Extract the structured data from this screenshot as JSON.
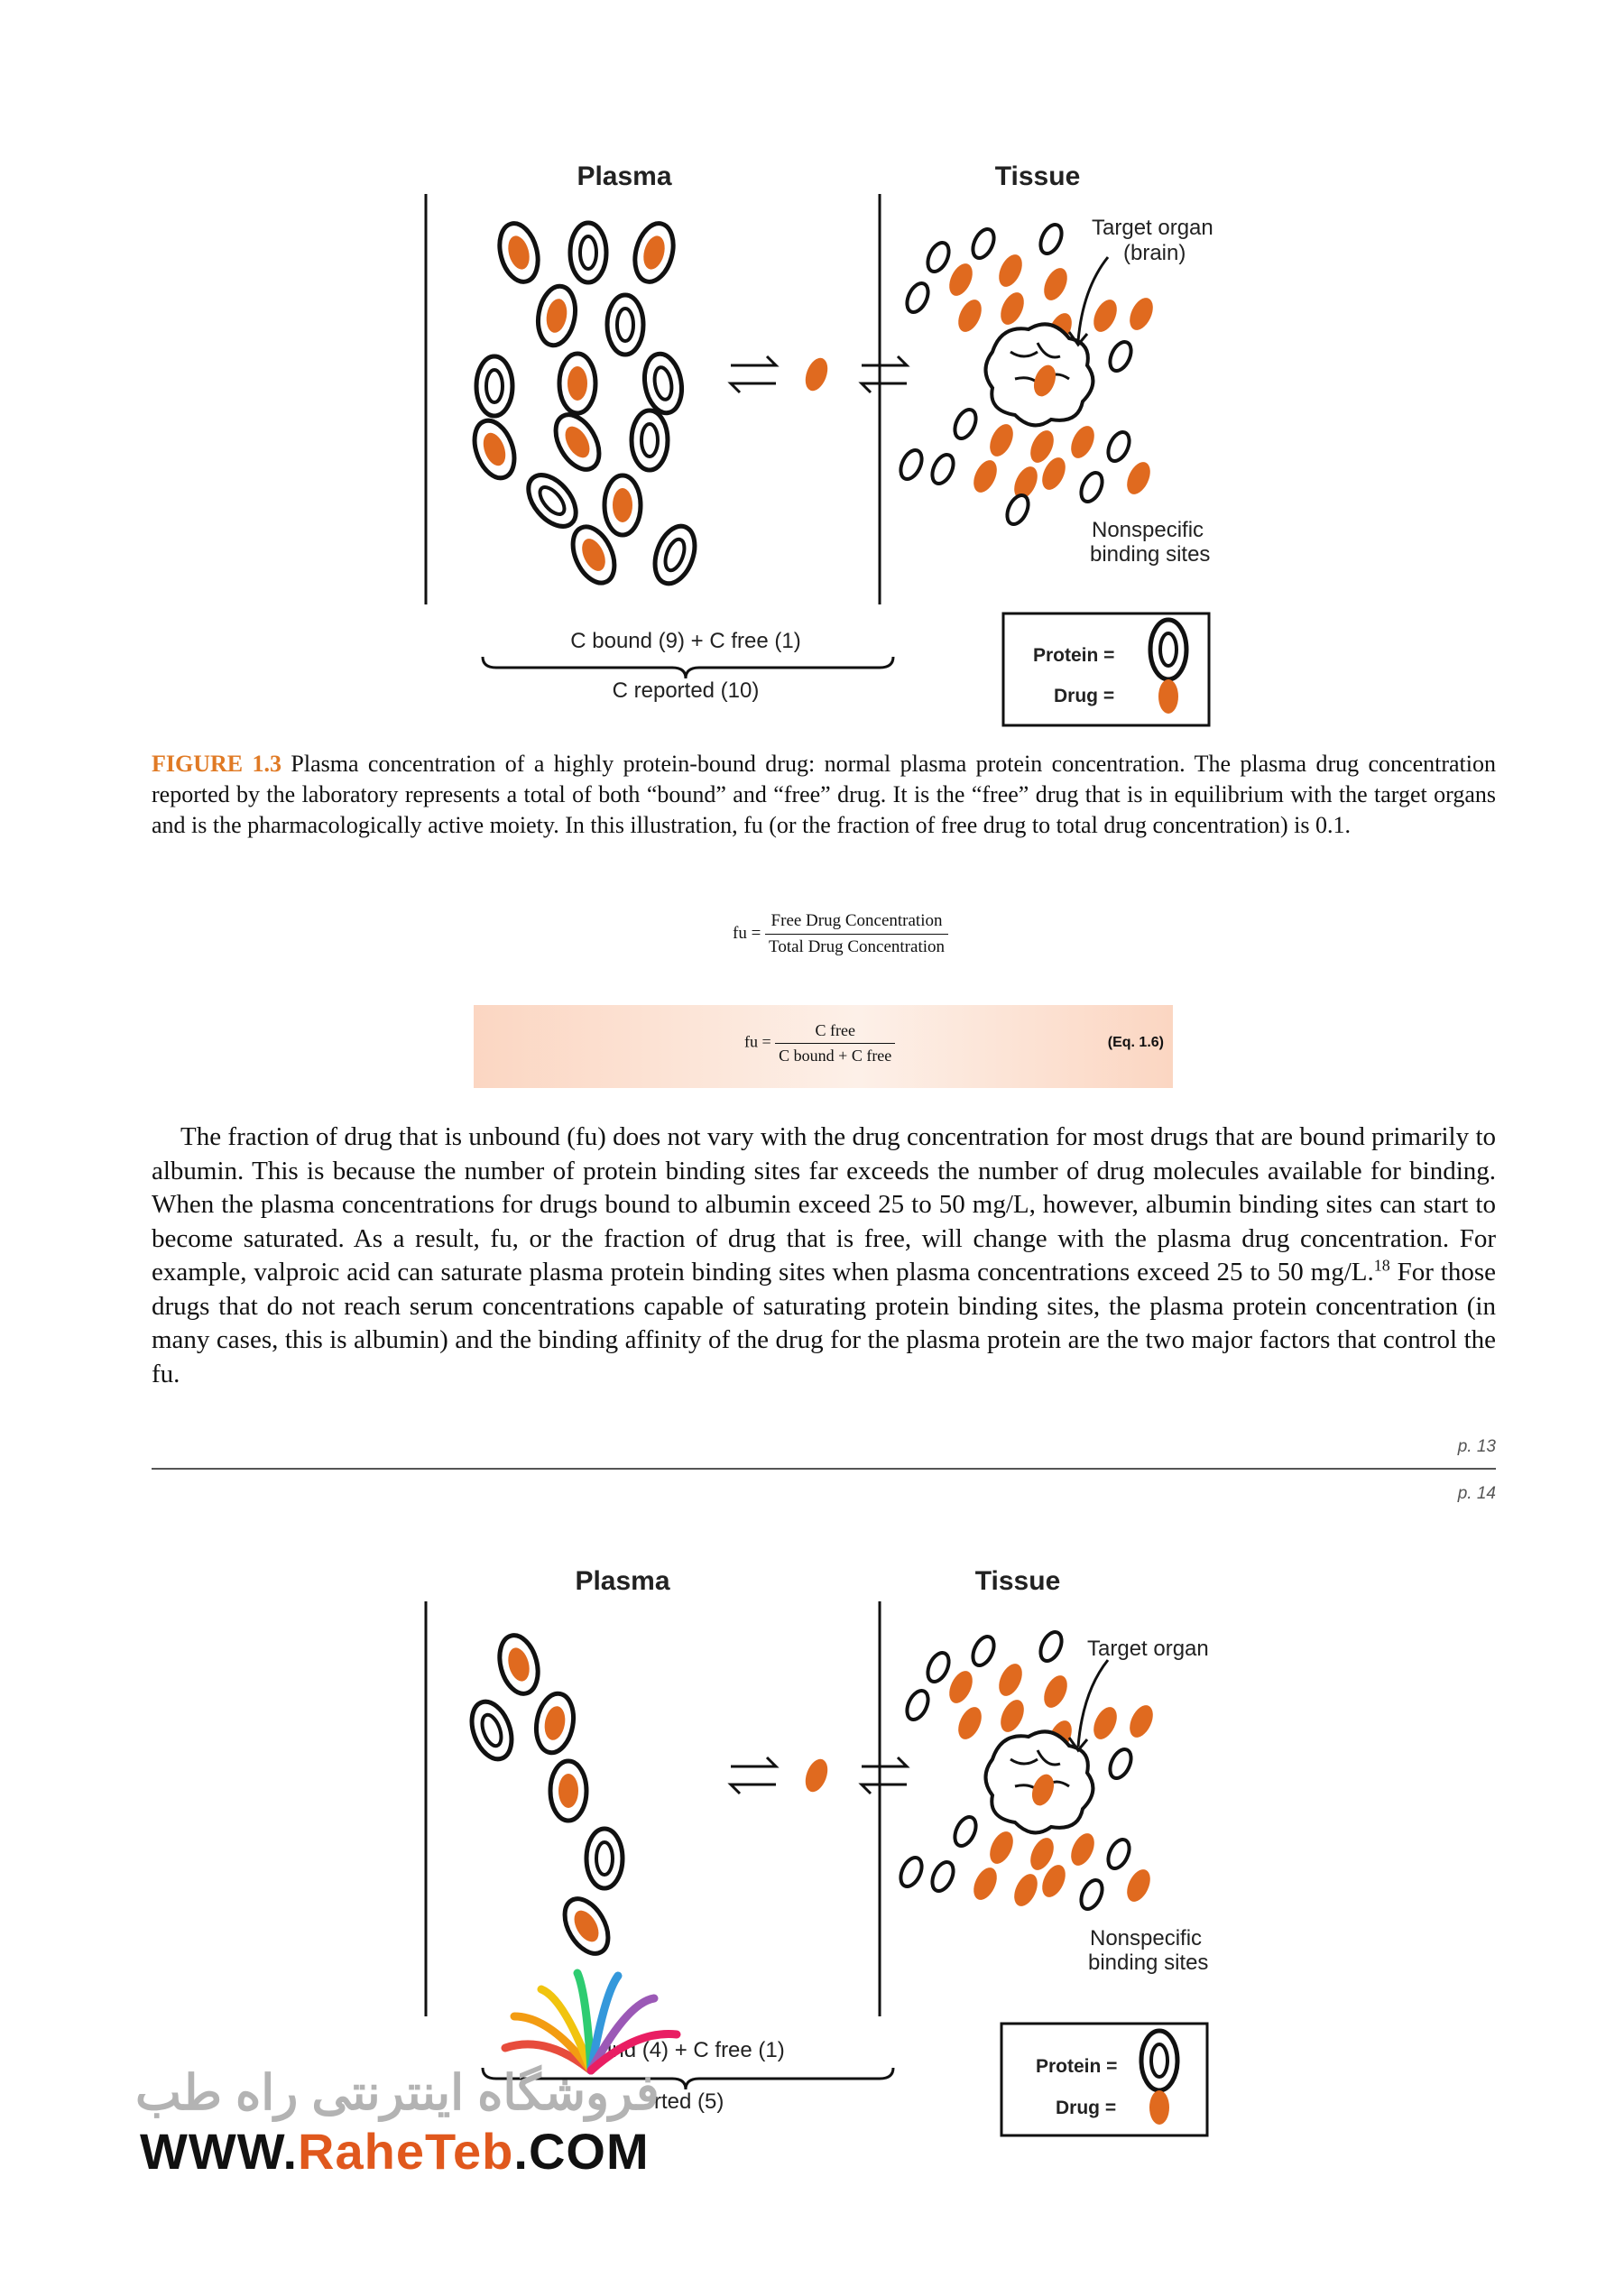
{
  "figure1": {
    "plasma_label": "Plasma",
    "tissue_label": "Tissue",
    "target_label_line1": "Target organ",
    "target_label_line2": "(brain)",
    "nonspecific_line1": "Nonspecific",
    "nonspecific_line2": "binding sites",
    "bound_free": "C bound (9) + C free (1)",
    "reported": "C reported (10)",
    "legend_protein": "Protein  =",
    "legend_drug": "Drug  ="
  },
  "caption": {
    "number": "FIGURE 1.3",
    "text": " Plasma concentration of a highly protein-bound drug: normal plasma protein concentration. The plasma drug concentration reported by the laboratory represents a total of both “bound” and “free” drug. It is the “free” drug that is in equilibrium with the target organs and is the pharmacologically active moiety. In this illustration, fu (or the fraction of free drug to total drug concentration) is 0.1."
  },
  "formula1": {
    "lhs": "fu =",
    "numerator": "Free Drug Concentration",
    "denominator": "Total Drug Concentration"
  },
  "formula2": {
    "lhs": "fu =",
    "numerator": "C free",
    "denominator": "C bound + C free",
    "eq_number": "(Eq. 1.6)"
  },
  "body": {
    "paragraph_part1": "The fraction of drug that is unbound (fu) does not vary with the drug concentration for most drugs that are bound primarily to albumin. This is because the number of protein binding sites far exceeds the number of drug molecules available for binding. When the plasma concentrations for drugs bound to albumin exceed 25 to 50 mg/L, however, albumin binding sites can start to become saturated. As a result, fu, or the fraction of drug that is free, will change with the plasma drug concentration. For example, valproic acid can saturate plasma protein binding sites when plasma concentrations exceed 25 to 50 mg/L.",
    "ref": "18",
    "paragraph_part2": " For those drugs that do not reach serum concentrations capable of saturating protein binding sites, the plasma protein concentration (in many cases, this is albumin) and the binding affinity of the drug for the plasma protein are the two major factors that control the fu."
  },
  "page_marks": {
    "p13": "p. 13",
    "p14": "p. 14"
  },
  "figure2": {
    "plasma_label": "Plasma",
    "tissue_label": "Tissue",
    "target_label": "Target organ",
    "nonspecific_line1": "Nonspecific",
    "nonspecific_line2": "binding sites",
    "bound_free_visible": "und (4) + C free (1)",
    "reported_visible": "rted (5)",
    "legend_protein": "Protein  =",
    "legend_drug": "Drug  ="
  },
  "watermark": {
    "persian": "فروشگاه اینترنتی راه طب",
    "url_prefix": "WWW.",
    "url_brand": "RaheTeb",
    "url_suffix": ".COM"
  },
  "colors": {
    "drug": "#e06a1f",
    "caption_accent": "#e07a25",
    "equation_bg": "#fbd6c2",
    "watermark_brand": "#e0581d"
  }
}
